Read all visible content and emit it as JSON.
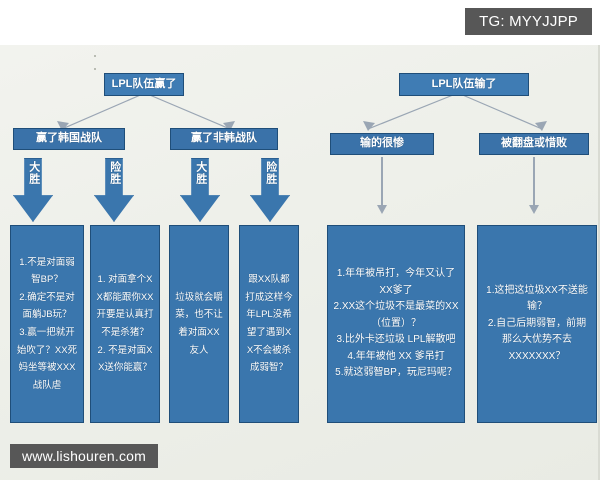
{
  "watermarks": {
    "top": "TG: MYYJJPP",
    "bottom": "www.lishouren.com"
  },
  "colors": {
    "node_fill": "#3b76ae",
    "node_border": "#1f4e79",
    "canvas_bg": "#eef0ea",
    "connector": "#9aa6b4",
    "watermark_bg": "#575757",
    "text": "#ffffff"
  },
  "diagram": {
    "type": "flowchart",
    "roots": [
      {
        "id": "win",
        "label": "LPL队伍赢了"
      },
      {
        "id": "lose",
        "label": "LPL队伍输了"
      }
    ],
    "level2": [
      {
        "id": "win-kr",
        "label": "赢了韩国战队",
        "parent": "win"
      },
      {
        "id": "win-nonkr",
        "label": "赢了非韩战队",
        "parent": "win"
      },
      {
        "id": "lose-bad",
        "label": "输的很惨",
        "parent": "lose"
      },
      {
        "id": "lose-close",
        "label": "被翻盘或惜败",
        "parent": "lose"
      }
    ],
    "edge_labels": [
      {
        "id": "edge-kr-big",
        "label": "大胜",
        "parent": "win-kr"
      },
      {
        "id": "edge-kr-narrow",
        "label": "险胜",
        "parent": "win-kr"
      },
      {
        "id": "edge-nonkr-big",
        "label": "大胜",
        "parent": "win-nonkr"
      },
      {
        "id": "edge-nonkr-narrow",
        "label": "险胜",
        "parent": "win-nonkr"
      }
    ],
    "leaves": [
      {
        "id": "leaf-1",
        "parent": "edge-kr-big",
        "text": "1.不是对面弱智BP？\n2.确定不是对面躺JB玩？\n3.赢一把就开始吹了？XX死妈坐等被XXX战队虐"
      },
      {
        "id": "leaf-2",
        "parent": "edge-kr-narrow",
        "text": "1. 对面拿个XX都能跟你XX开要是认真打不是杀猪？\n2. 不是对面XX送你能赢？"
      },
      {
        "id": "leaf-3",
        "parent": "edge-nonkr-big",
        "text": "垃圾就会嚼菜，也不让着对面XX友人"
      },
      {
        "id": "leaf-4",
        "parent": "edge-nonkr-narrow",
        "text": "跟XX队都打成这样今年LPL没希望了遇到XX不会被杀成弱智？"
      },
      {
        "id": "leaf-5",
        "parent": "lose-bad",
        "text": "1.年年被吊打，今年又认了XX爹了\n2.XX这个垃圾不是最菜的XX（位置）？\n3.比外卡还垃圾 LPL解散吧\n4.年年被他 XX 爹吊打\n5.就这弱智BP，玩尼玛呢？"
      },
      {
        "id": "leaf-6",
        "parent": "lose-close",
        "text": "1.这把这垃圾XX不送能输？\n2.自己后期弱智，前期那么大优势不去XXXXXXX？"
      }
    ]
  }
}
